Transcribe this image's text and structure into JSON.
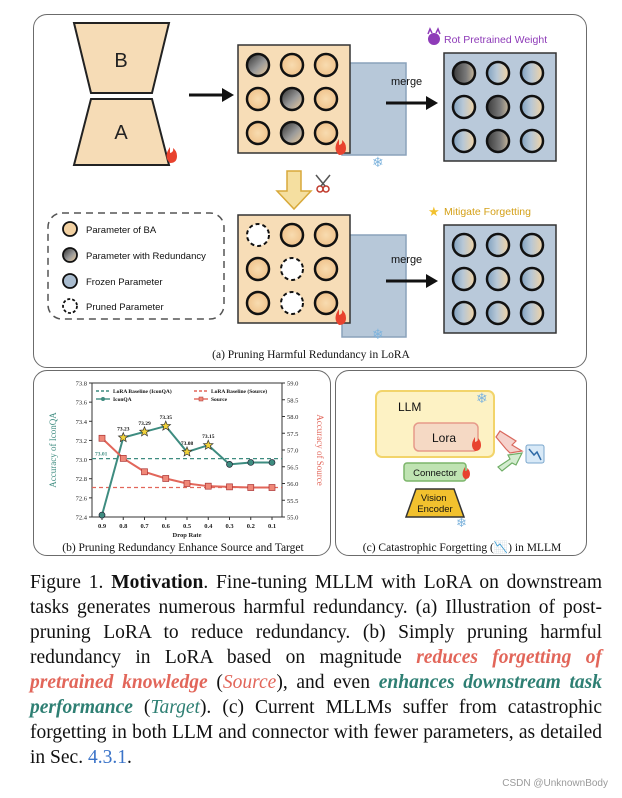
{
  "panel_a": {
    "caption": "(a) Pruning Harmful Redundancy in LoRA",
    "block_b": "B",
    "block_a": "A",
    "merge_top": "merge",
    "merge_bottom": "merge",
    "rot_label": "Rot Pretrained Weight",
    "mitigate_label": "Mitigate Forgetting",
    "legend": [
      "Parameter of BA",
      "Parameter with Redundancy",
      "Frozen Parameter",
      "Pruned Parameter"
    ]
  },
  "panel_c": {
    "caption": "(c) Catastrophic Forgetting (📉) in MLLM",
    "llm": "LLM",
    "lora": "Lora",
    "connector": "Connector",
    "vision_encoder": "Vision Encoder"
  },
  "chart_data": {
    "type": "line",
    "caption": "(b) Pruning Redundancy Enhance Source and Target",
    "xlabel": "Drop Rate",
    "ylabel_left": "Accuracy of IconQA",
    "ylabel_right": "Accuracy of Source",
    "categories": [
      "0.9",
      "0.8",
      "0.7",
      "0.6",
      "0.5",
      "0.4",
      "0.3",
      "0.2",
      "0.1"
    ],
    "ylim_left": [
      72.4,
      73.8
    ],
    "ylim_right": [
      55.0,
      59.0
    ],
    "left_ticks": [
      "72.4",
      "72.6",
      "72.8",
      "73.0",
      "73.2",
      "73.4",
      "73.6",
      "73.8"
    ],
    "right_ticks": [
      "55.0",
      "55.5",
      "56.0",
      "56.5",
      "57.0",
      "57.5",
      "58.0",
      "58.5",
      "59.0"
    ],
    "series": [
      {
        "name": "IconQA",
        "axis": "left",
        "color": "#3e8c80",
        "values": [
          72.42,
          73.23,
          73.29,
          73.35,
          73.08,
          73.15,
          72.95,
          72.97,
          72.97
        ]
      },
      {
        "name": "Source",
        "axis": "right",
        "color": "#e2665a",
        "values": [
          57.35,
          56.75,
          56.35,
          56.15,
          56.0,
          55.92,
          55.9,
          55.88,
          55.88
        ]
      }
    ],
    "baselines": [
      {
        "name": "LoRA Baseline (IconQA)",
        "axis": "left",
        "value": 73.01,
        "color": "#3e8c80"
      },
      {
        "name": "LoRA Baseline (Source)",
        "axis": "right",
        "value": 55.88,
        "color": "#e2665a"
      }
    ],
    "data_labels": [
      {
        "index": 1,
        "text": "73.23"
      },
      {
        "index": 2,
        "text": "73.29"
      },
      {
        "index": 3,
        "text": "73.35"
      },
      {
        "index": 4,
        "text": "73.08"
      },
      {
        "index": 5,
        "text": "73.15"
      }
    ],
    "baseline_label": "73.01",
    "legend": [
      "LoRA Baseline (IconQA)",
      "IconQA",
      "LoRA Baseline (Source)",
      "Source"
    ],
    "legend_placement": "top",
    "grid": false
  },
  "caption": {
    "prefix": "Figure 1. ",
    "title": "Motivation",
    "t1": ". Fine-tuning MLLM with LoRA on downstream tasks generates numerous harmful redundancy. (a) Illustration of post-pruning LoRA to reduce redundancy. (b) Simply pruning harmful redundancy in LoRA based on magnitude ",
    "red_bold": "reduces forgetting of pretrained knowledge",
    "t2": " (",
    "red_src": "Source",
    "t3": "), and even ",
    "teal_bold": "enhances downstream task performance",
    "t4": " (",
    "teal_tgt": "Target",
    "t5": "). (c) Current MLLMs suffer from catastrophic forgetting in both LLM and connector with fewer parameters, as detailed in Sec. ",
    "sec_ref": "4.3.1",
    "t6": "."
  },
  "watermark": "CSDN @UnknownBody"
}
